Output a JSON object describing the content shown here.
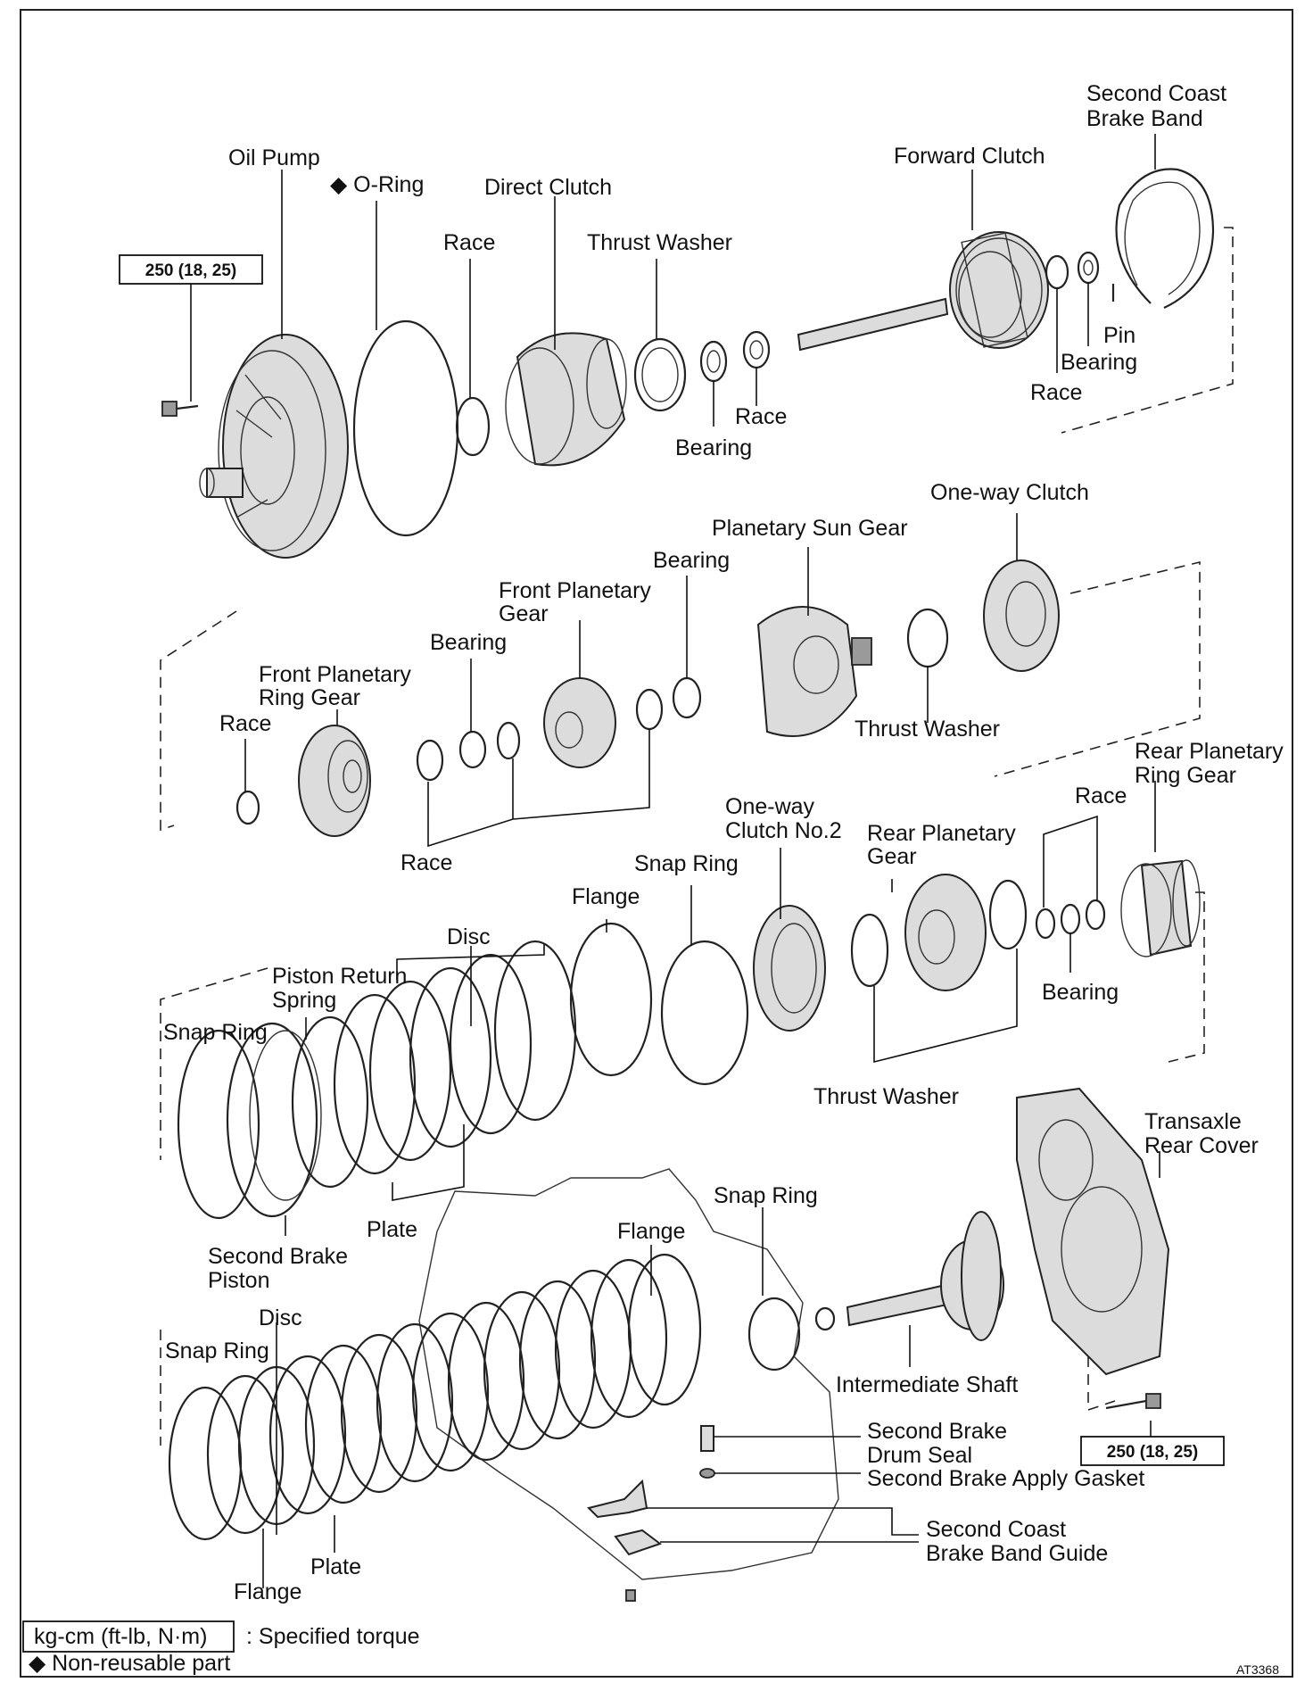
{
  "labels": {
    "second_coast_brake_band": [
      "Second Coast",
      "Brake Band"
    ],
    "forward_clutch": "Forward Clutch",
    "oil_pump": "Oil Pump",
    "o_ring": "◆ O-Ring",
    "direct_clutch": "Direct Clutch",
    "race_r1": "Race",
    "thrust_washer_r1": "Thrust Washer",
    "race_r1b": "Race",
    "bearing_r1": "Bearing",
    "pin": "Pin",
    "bearing_r1b": "Bearing",
    "race_r1c": "Race",
    "one_way_clutch": "One-way Clutch",
    "planetary_sun_gear": "Planetary Sun Gear",
    "bearing_r2a": "Bearing",
    "front_planetary_gear": [
      "Front Planetary",
      "Gear"
    ],
    "bearing_r2b": "Bearing",
    "front_planetary_ring_gear": [
      "Front Planetary",
      "Ring Gear"
    ],
    "race_r2a": "Race",
    "thrust_washer_r2": "Thrust Washer",
    "race_r2b": "Race",
    "rear_planetary_ring_gear": [
      "Rear Planetary",
      "Ring Gear"
    ],
    "one_way_clutch_no2": [
      "One-way",
      "Clutch No.2"
    ],
    "rear_planetary_gear": [
      "Rear Planetary",
      "Gear"
    ],
    "race_r3": "Race",
    "snap_ring_r3a": "Snap Ring",
    "flange_r3": "Flange",
    "disc_r3": "Disc",
    "piston_return_spring": [
      "Piston Return",
      "Spring"
    ],
    "snap_ring_r3b": "Snap Ring",
    "bearing_r3": "Bearing",
    "thrust_washer_r3": "Thrust Washer",
    "transaxle_rear_cover": [
      "Transaxle",
      "Rear Cover"
    ],
    "snap_ring_r4a": "Snap Ring",
    "flange_r4a": "Flange",
    "plate_r3": "Plate",
    "second_brake_piston": [
      "Second Brake",
      "Piston"
    ],
    "disc_r4": "Disc",
    "snap_ring_r4b": "Snap Ring",
    "intermediate_shaft": "Intermediate Shaft",
    "second_brake_drum_seal": [
      "Second Brake",
      "Drum Seal"
    ],
    "second_brake_apply_gasket": "Second Brake Apply Gasket",
    "second_coast_brake_band_guide": [
      "Second Coast",
      "Brake Band Guide"
    ],
    "plate_r4": "Plate",
    "flange_r4b": "Flange"
  },
  "torque_boxes": {
    "oil_pump_bolt": "250 (18, 25)",
    "rear_cover_bolt": "250 (18, 25)"
  },
  "legend": {
    "unit_box": "kg-cm (ft-lb, N·m)",
    "unit_desc": ": Specified torque",
    "nonreusable": "◆ Non-reusable part"
  },
  "figure_code": "AT3368",
  "icons": {
    "nonreusable_marker": "black-diamond-icon"
  }
}
